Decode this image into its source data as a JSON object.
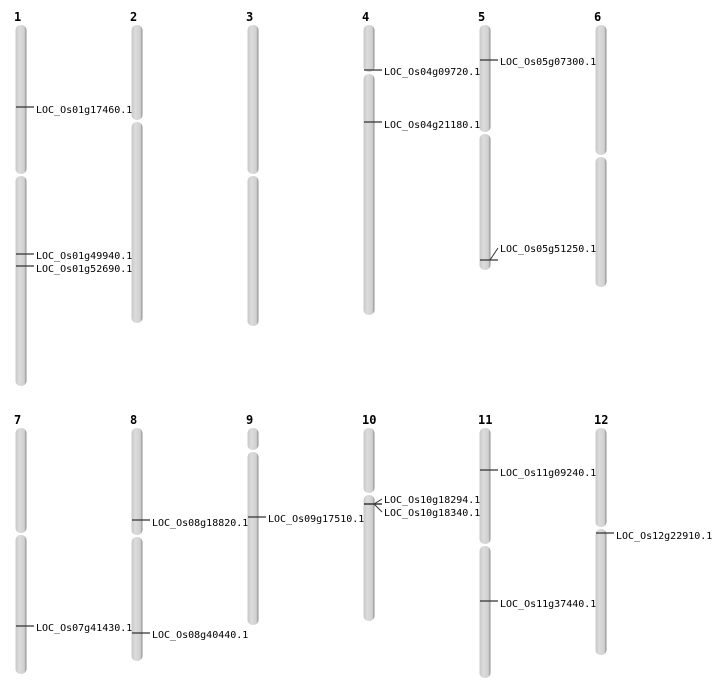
{
  "title": "Chromosome gene location map",
  "colors": {
    "chromosome_fill": "#d4d4d4",
    "chromosome_shadow": "#8a8a8a",
    "marker": "#333333"
  },
  "chromosomes": [
    {
      "name": "1",
      "genes": [
        "LOC_Os01g17460.1",
        "LOC_Os01g49940.1",
        "LOC_Os01g52690.1"
      ]
    },
    {
      "name": "2",
      "genes": []
    },
    {
      "name": "3",
      "genes": []
    },
    {
      "name": "4",
      "genes": [
        "LOC_Os04g09720.1",
        "LOC_Os04g21180.1"
      ]
    },
    {
      "name": "5",
      "genes": [
        "LOC_Os05g07300.1",
        "LOC_Os05g51250.1"
      ]
    },
    {
      "name": "6",
      "genes": []
    },
    {
      "name": "7",
      "genes": [
        "LOC_Os07g41430.1"
      ]
    },
    {
      "name": "8",
      "genes": [
        "LOC_Os08g18820.1",
        "LOC_Os08g40440.1"
      ]
    },
    {
      "name": "9",
      "genes": [
        "LOC_Os09g17510.1"
      ]
    },
    {
      "name": "10",
      "genes": [
        "LOC_Os10g18294.1",
        "LOC_Os10g18340.1"
      ]
    },
    {
      "name": "11",
      "genes": [
        "LOC_Os11g09240.1",
        "LOC_Os11g37440.1"
      ]
    },
    {
      "name": "12",
      "genes": [
        "LOC_Os12g22910.1"
      ]
    }
  ]
}
